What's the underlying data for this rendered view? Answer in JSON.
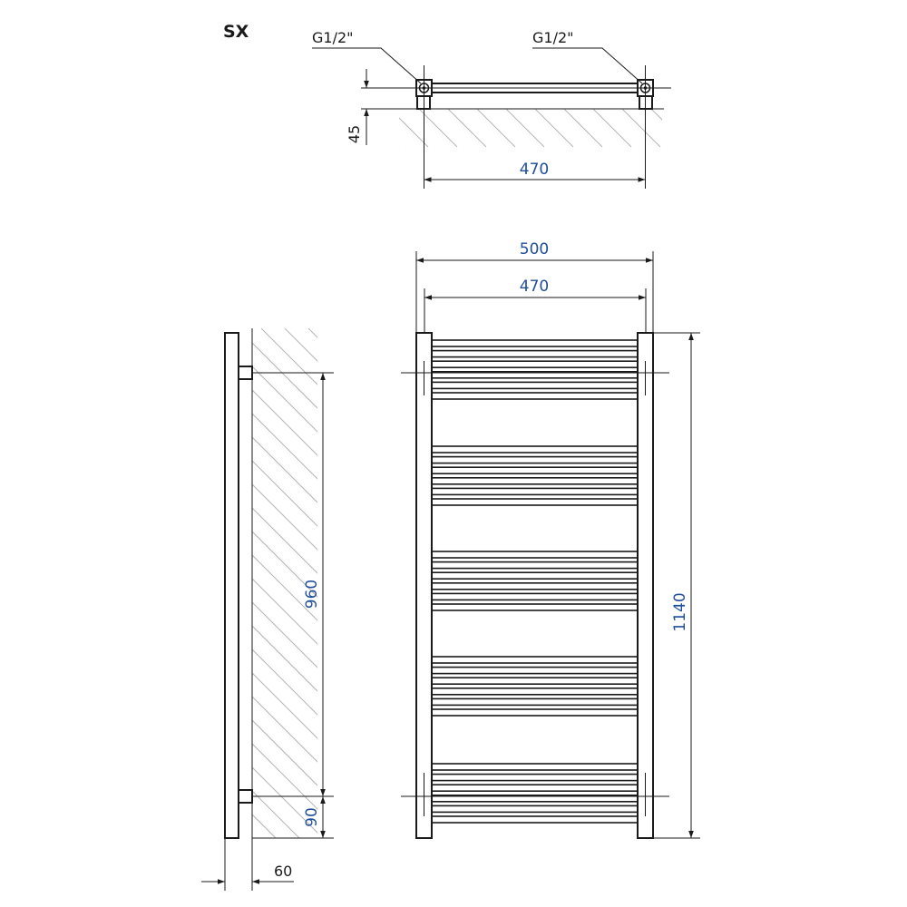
{
  "title": "SX",
  "top_view": {
    "connection_left": "G1/2\"",
    "connection_right": "G1/2\"",
    "dim_depth": "45",
    "dim_axis": "470"
  },
  "front_view": {
    "dim_overall_width": "500",
    "dim_axis_width": "470",
    "dim_height": "1140"
  },
  "side_view": {
    "dim_connection_spacing": "960",
    "dim_bottom_offset": "90",
    "dim_wall_distance": "60"
  },
  "colors": {
    "dimension_text": "#1f4e9a",
    "line": "#1a1a1a",
    "hatch": "#b5b5b5"
  }
}
